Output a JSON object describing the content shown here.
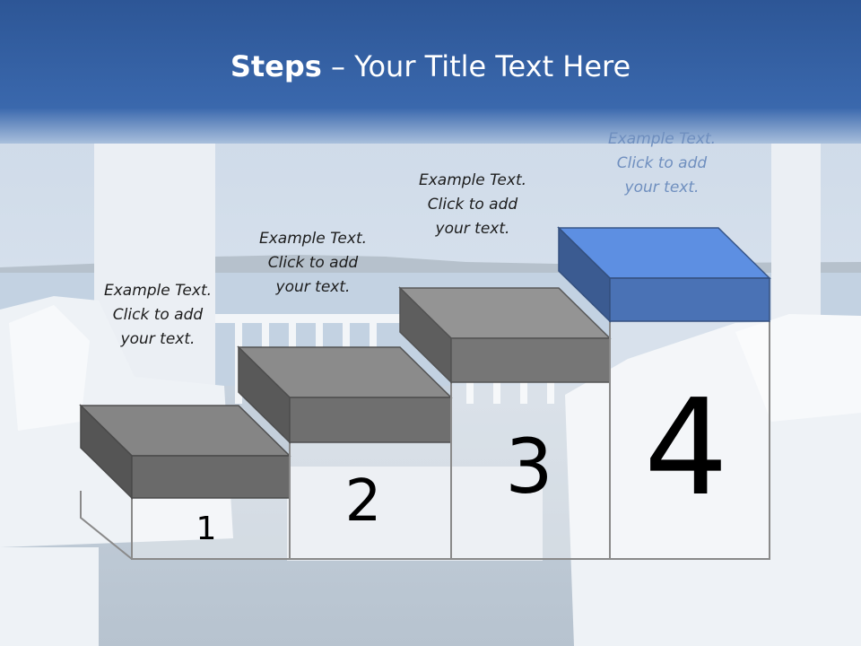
{
  "slide": {
    "title_bold": "Steps",
    "title_rest": " – Your Title Text Here"
  },
  "steps": [
    {
      "number": "1",
      "caption": [
        "Example Text.",
        "Click  to add",
        "your text."
      ],
      "block_color": "#6a6a6a"
    },
    {
      "number": "2",
      "caption": [
        "Example Text.",
        "Click  to add",
        "your text."
      ],
      "block_color": "#6f6f6f"
    },
    {
      "number": "3",
      "caption": [
        "Example Text.",
        "Click  to add",
        "your text."
      ],
      "block_color": "#767676"
    },
    {
      "number": "4",
      "caption": [
        "Example Text.",
        "Click  to add",
        "your text."
      ],
      "block_color": "#4a72b5"
    }
  ],
  "colors": {
    "header_blue": "#2f5a9a",
    "highlight_blue": "#4a72b5",
    "caption_highlight": "#6f8fbf"
  }
}
